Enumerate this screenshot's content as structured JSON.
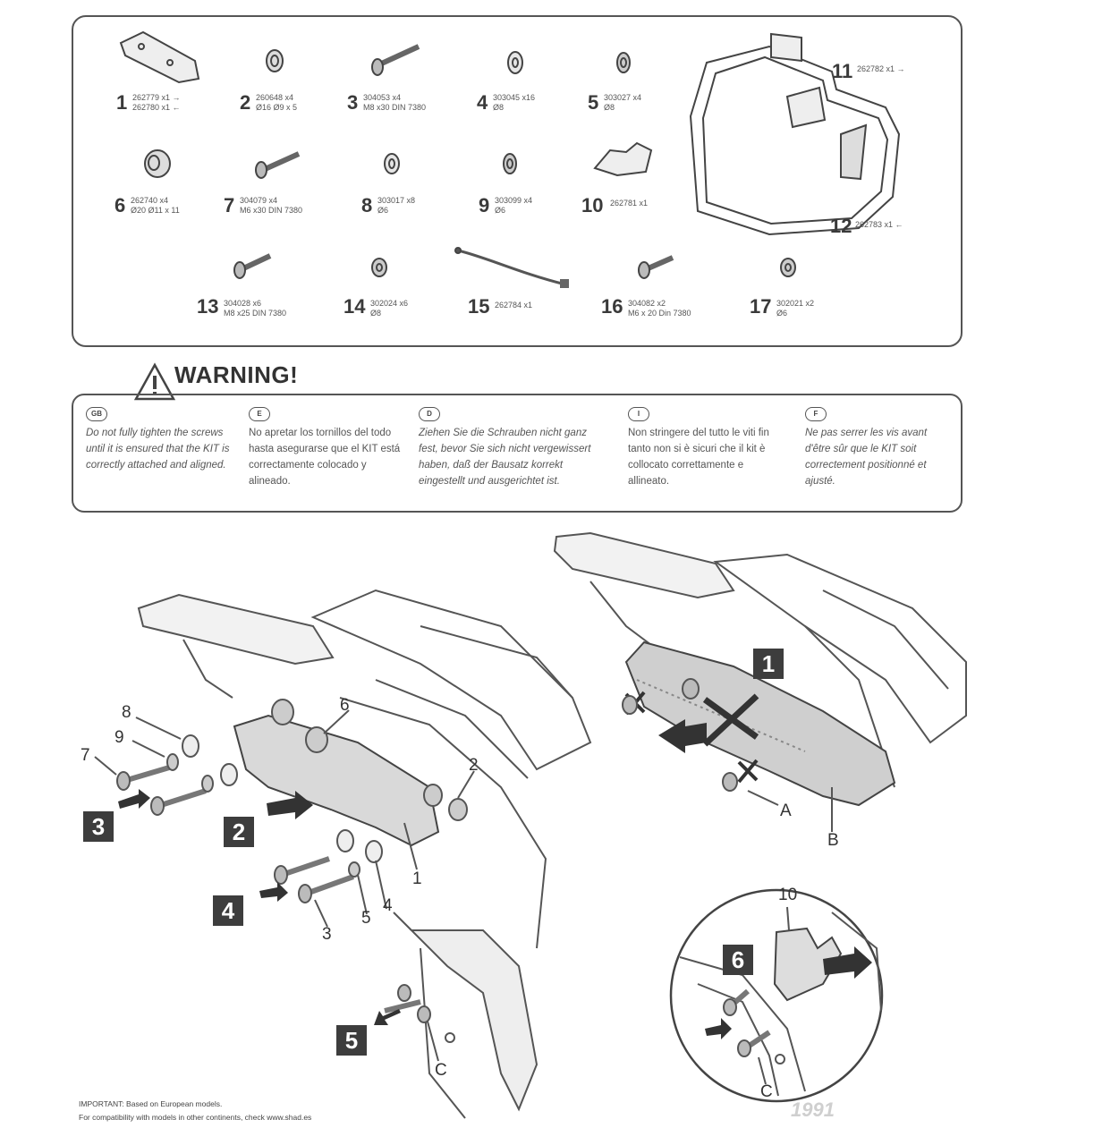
{
  "parts": [
    {
      "num": "1",
      "code": "262779 x1 →\n262780 x1 ←"
    },
    {
      "num": "2",
      "code": "260648 x4\nØ16 Ø9 x 5"
    },
    {
      "num": "3",
      "code": "304053 x4\nM8 x30 DIN 7380"
    },
    {
      "num": "4",
      "code": "303045 x16\nØ8"
    },
    {
      "num": "5",
      "code": "303027 x4\nØ8"
    },
    {
      "num": "6",
      "code": "262740 x4\nØ20 Ø11 x 11"
    },
    {
      "num": "7",
      "code": "304079 x4\nM6 x30 DIN 7380"
    },
    {
      "num": "8",
      "code": "303017 x8\nØ6"
    },
    {
      "num": "9",
      "code": "303099 x4\nØ6"
    },
    {
      "num": "10",
      "code": "262781 x1"
    },
    {
      "num": "11",
      "code": "262782 x1 →"
    },
    {
      "num": "12",
      "code": "262783 x1 ←"
    },
    {
      "num": "13",
      "code": "304028 x6\nM8 x25 DIN 7380"
    },
    {
      "num": "14",
      "code": "302024 x6\nØ8"
    },
    {
      "num": "15",
      "code": "262784 x1"
    },
    {
      "num": "16",
      "code": "304082 x2\nM6 x 20 Din 7380"
    },
    {
      "num": "17",
      "code": "302021 x2\nØ6"
    }
  ],
  "warning": {
    "title": "WARNING!",
    "columns": [
      {
        "flag": "GB",
        "text": "Do not fully tighten the screws until it is ensured that the KIT is correctly attached and aligned."
      },
      {
        "flag": "E",
        "text": "No apretar los tornillos del todo hasta asegurarse que el KIT está correctamente colocado y alineado."
      },
      {
        "flag": "D",
        "text": "Ziehen Sie die Schrauben nicht ganz fest, bevor Sie sich nicht vergewissert haben, daß der Bausatz korrekt eingestellt und ausgerichtet ist."
      },
      {
        "flag": "I",
        "text": "Non stringere del tutto le viti fin tanto non si è sicuri che il kit è collocato correttamente e allineato."
      },
      {
        "flag": "F",
        "text": "Ne pas serrer les vis avant d'être sûr que le KIT soit correctement positionné et ajusté."
      }
    ]
  },
  "steps": [
    "1",
    "2",
    "3",
    "4",
    "5",
    "6"
  ],
  "callouts": {
    "c1": "1",
    "c2": "2",
    "c3": "3",
    "c4": "4",
    "c5": "5",
    "c6": "6",
    "c7": "7",
    "c8": "8",
    "c9": "9",
    "c10": "10",
    "cA": "A",
    "cB": "B",
    "cC1": "C",
    "cC2": "C"
  },
  "footer": {
    "line1": "IMPORTANT: Based on European models.",
    "line2": "For compatibility with models in other continents, check www.shad.es"
  },
  "watermark": "1991"
}
